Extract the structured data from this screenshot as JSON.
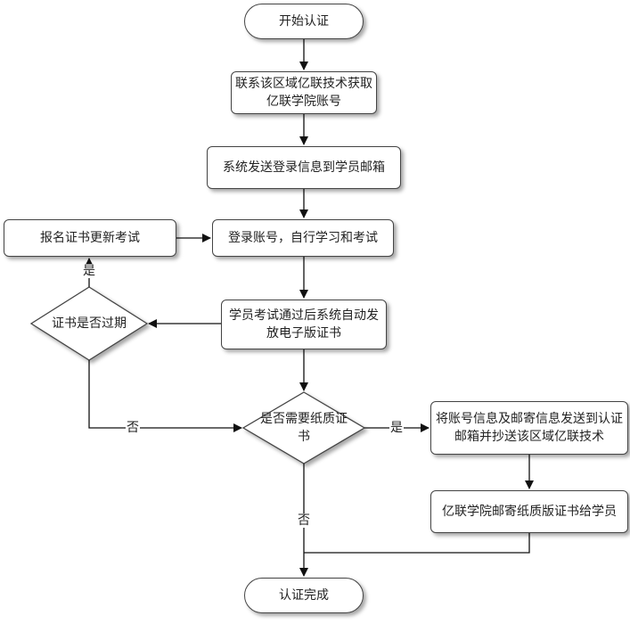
{
  "nodes": {
    "start": "开始认证",
    "contact": "联系该区域亿联技术获取亿联学院账号",
    "send_login": "系统发送登录信息到学员邮箱",
    "login_study": "登录账号，自行学习和考试",
    "renew": "报名证书更新考试",
    "auto_issue": "学员考试通过后系统自动发放电子版证书",
    "expired_q": "证书是否过期",
    "paper_q": "是否需要纸质证书",
    "send_info": "将账号信息及邮寄信息发送到认证邮箱并抄送该区域亿联技术",
    "mail_paper": "亿联学院邮寄纸质版证书给学员",
    "end": "认证完成"
  },
  "labels": {
    "yes_expired": "是",
    "no_expired": "否",
    "yes_paper": "是",
    "no_paper": "否"
  }
}
